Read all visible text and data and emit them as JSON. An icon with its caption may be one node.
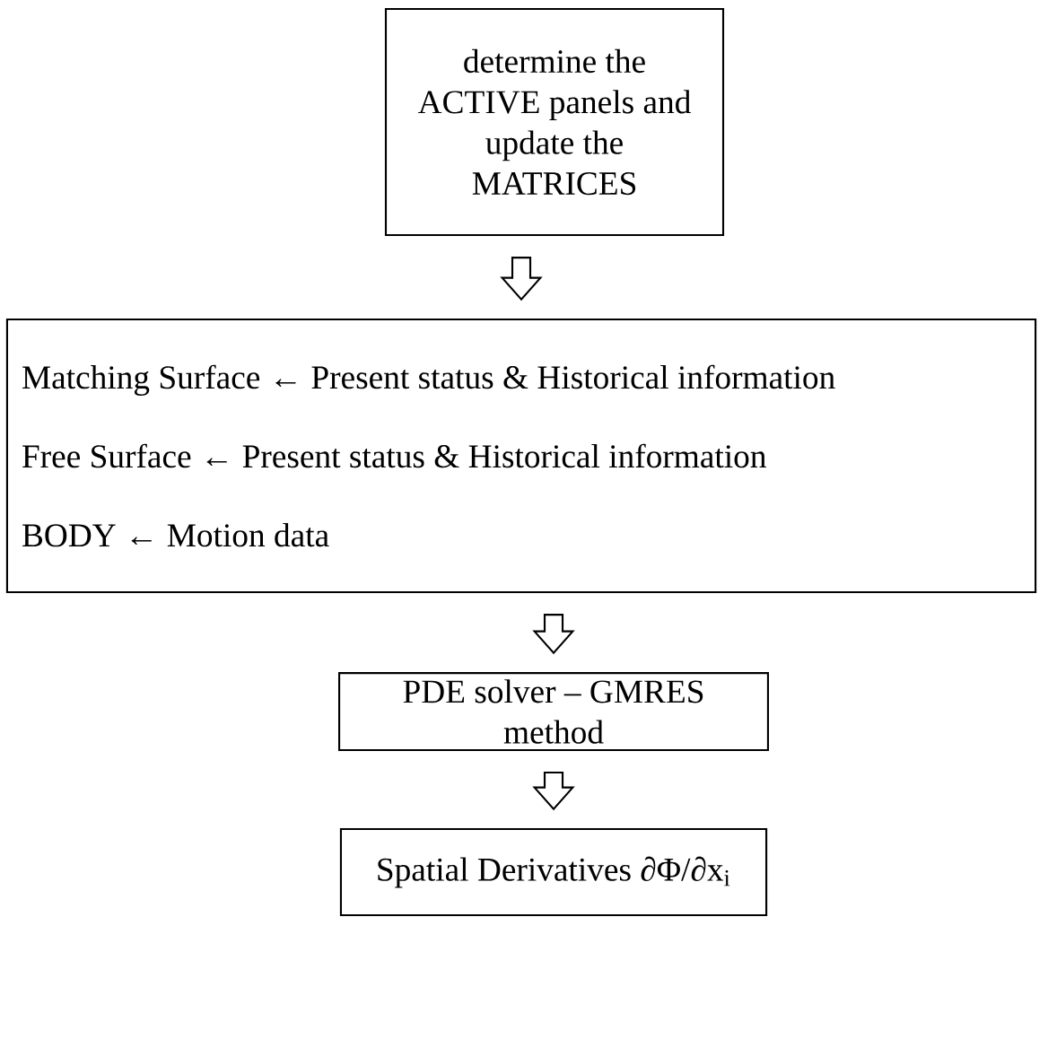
{
  "diagram": {
    "nodes": [
      {
        "text": [
          "determine the ACTIVE panels and update the MATRICES"
        ]
      },
      {
        "text": [
          "Matching Surface ← Present status & Historical information",
          "Free Surface ← Present status & Historical information",
          "BODY ← Motion data"
        ]
      },
      {
        "text": [
          "PDE solver – GMRES method"
        ]
      },
      {
        "text": [
          "Spatial Derivatives ∂Φ/∂x$_{i}$"
        ]
      }
    ],
    "edges": [
      {
        "from": 0,
        "to": 1,
        "arrow": "to"
      },
      {
        "from": 1,
        "to": 2,
        "arrow": "to"
      },
      {
        "from": 2,
        "to": 3,
        "arrow": "to"
      }
    ]
  }
}
